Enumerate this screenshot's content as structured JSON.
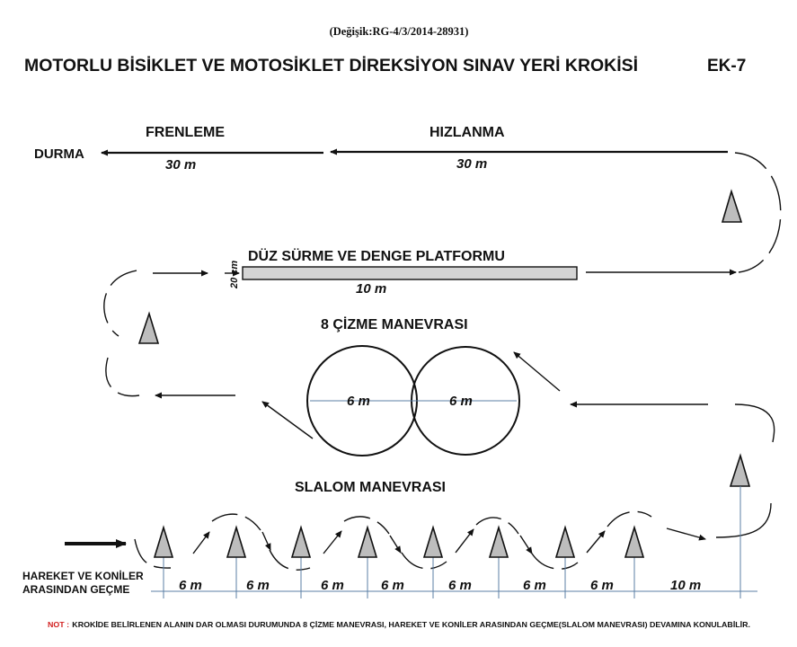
{
  "header": {
    "amendment": "(Değişik:RG-4/3/2014-28931)",
    "title": "MOTORLU BİSİKLET VE MOTOSİKLET DİREKSİYON SINAV YERİ KROKİSİ",
    "annex": "EK-7"
  },
  "top_section": {
    "stop_label": "DURMA",
    "braking_label": "FRENLEME",
    "braking_distance": "30 m",
    "acceleration_label": "HIZLANMA",
    "acceleration_distance": "30 m"
  },
  "platform": {
    "label": "DÜZ SÜRME VE DENGE PLATFORMU",
    "width": "20 cm",
    "length": "10 m"
  },
  "figure_eight": {
    "label": "8  ÇİZME MANEVRASI",
    "left_diameter": "6 m",
    "right_diameter": "6 m"
  },
  "slalom": {
    "label": "SLALOM MANEVRASI",
    "start_label_line1": "HAREKET VE KONİLER",
    "start_label_line2": "ARASINDAN GEÇME",
    "spacings": [
      "6 m",
      "6 m",
      "6 m",
      "6 m",
      "6 m",
      "6 m",
      "6 m",
      "10 m"
    ]
  },
  "note": {
    "prefix": "NOT :",
    "text": "KROKİDE BELİRLENEN ALANIN DAR OLMASI DURUMUNDA 8 ÇİZME MANEVRASI,  HAREKET VE KONİLER ARASINDAN GEÇME(SLALOM MANEVRASI) DEVAMINA KONULABİLİR."
  },
  "colors": {
    "line": "#111111",
    "platform_fill": "#d4d4d4",
    "cone_fill": "#bdbdbd",
    "dimension_line": "#5b7fa6",
    "note_prefix": "#d21f1f"
  }
}
